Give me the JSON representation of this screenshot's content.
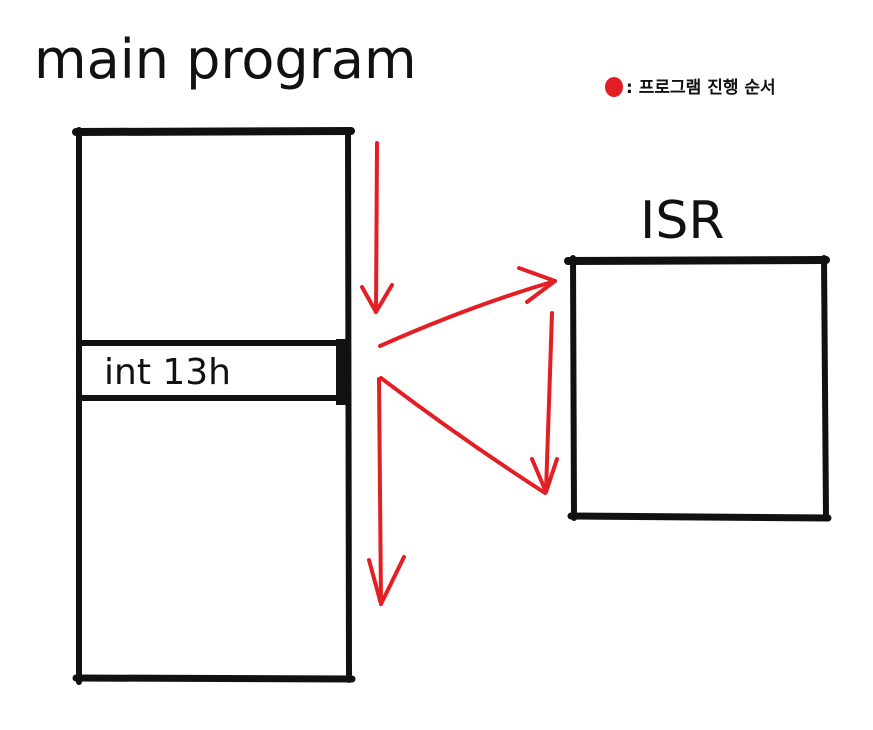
{
  "main_program": {
    "title": "main program",
    "instruction": "int 13h"
  },
  "isr": {
    "title": "ISR"
  },
  "legend": {
    "marker_color": "#e31e24",
    "label": ": 프로그램 진행 순서"
  },
  "colors": {
    "stroke": "#111111",
    "arrow": "#e31e24",
    "background": "#ffffff"
  }
}
